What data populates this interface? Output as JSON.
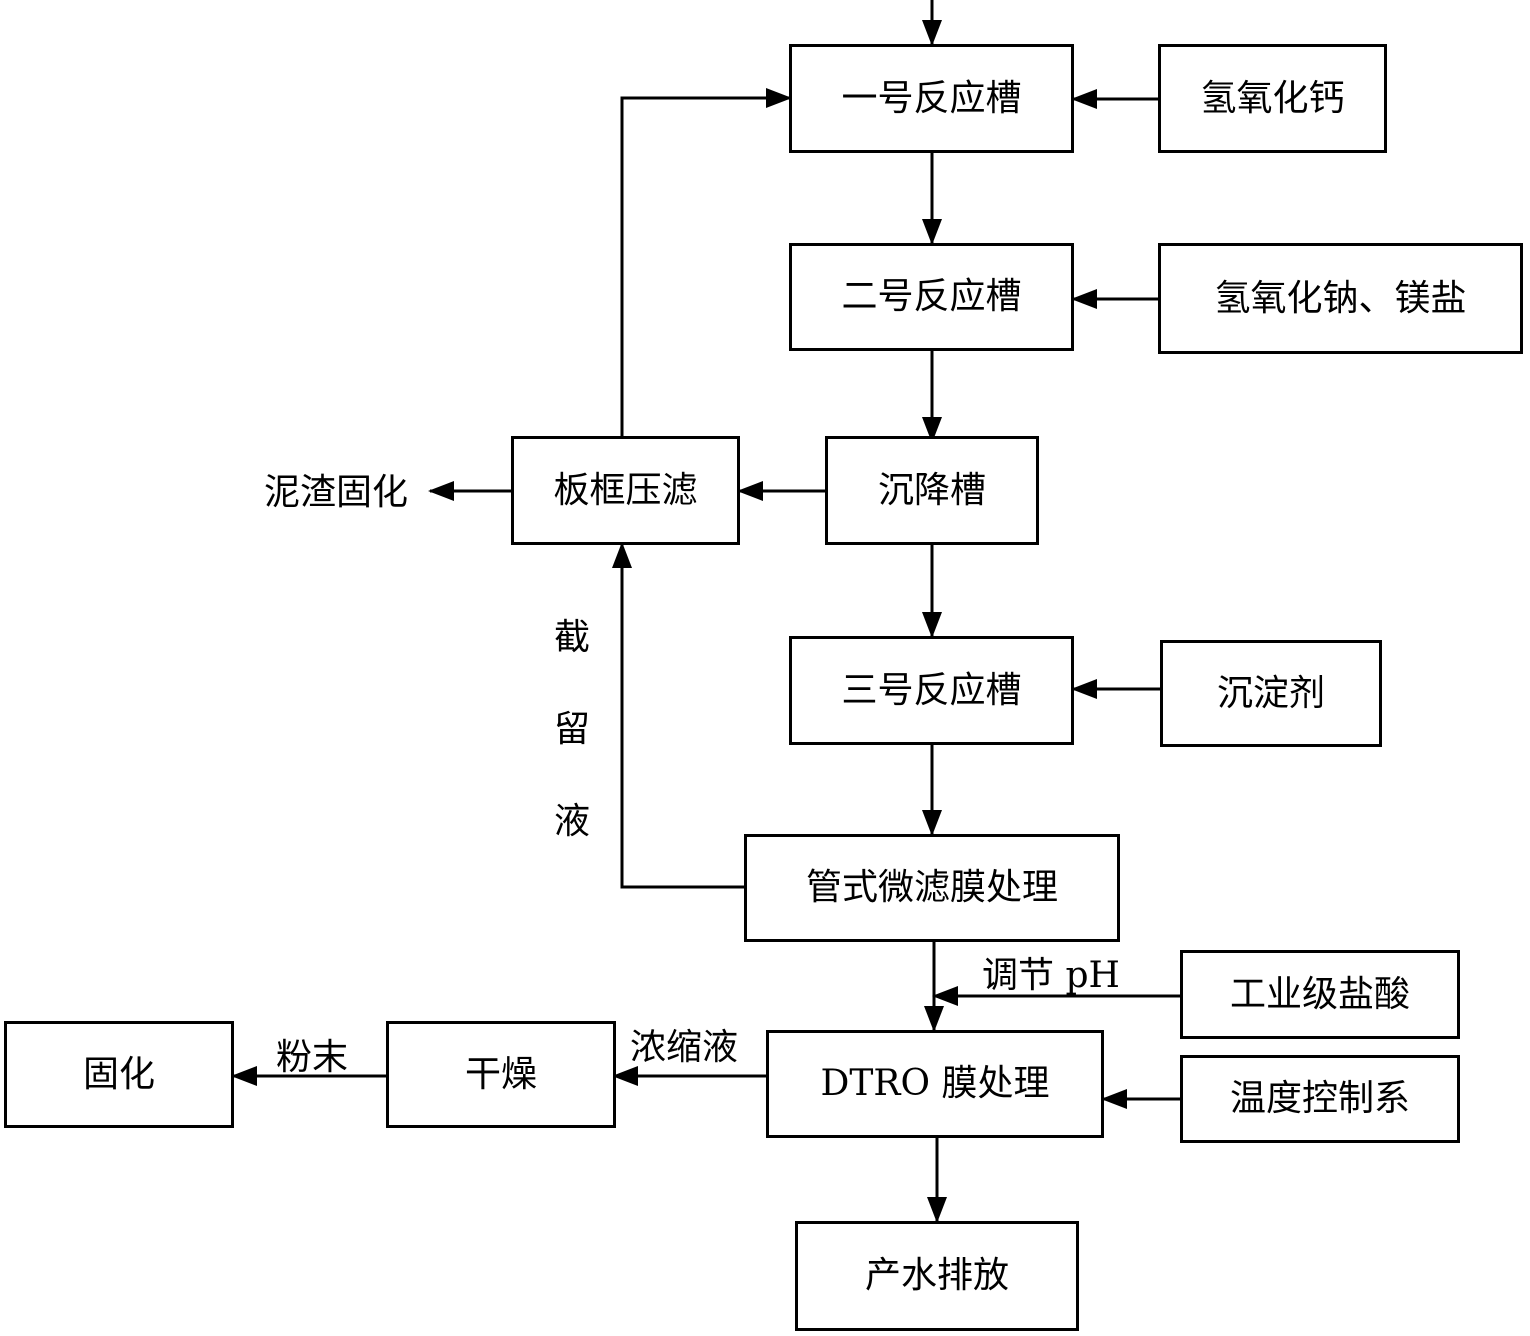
{
  "nodes": {
    "reactor1": "一号反应槽",
    "calcium_hydroxide": "氢氧化钙",
    "reactor2": "二号反应槽",
    "naoh_mg": "氢氧化钠、镁盐",
    "settling_tank": "沉降槽",
    "filter_press": "板框压滤",
    "sludge_solidify": "泥渣固化",
    "reactor3": "三号反应槽",
    "precipitant": "沉淀剂",
    "tubular_mf": "管式微滤膜处理",
    "hcl": "工业级盐酸",
    "dtro": "DTRO 膜处理",
    "temp_control": "温度控制系",
    "drying": "干燥",
    "solidify": "固化",
    "water_discharge": "产水排放"
  },
  "edge_labels": {
    "retentate": [
      "截",
      "留",
      "液"
    ],
    "adjust_ph": "调节 pH",
    "concentrate": "浓缩液",
    "powder": "粉末"
  }
}
